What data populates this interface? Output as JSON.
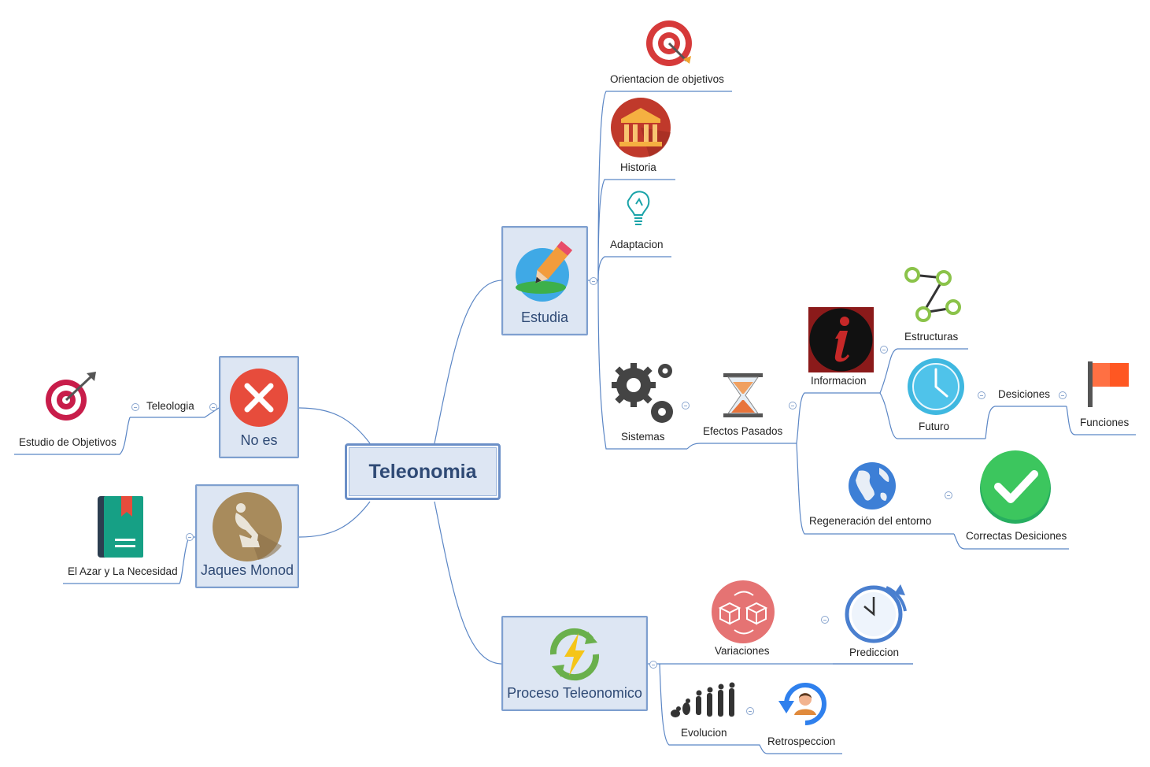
{
  "central": {
    "label": "Teleonomia"
  },
  "main": {
    "estudia": {
      "label": "Estudia",
      "icon": "pencil-edit-icon"
    },
    "no_es": {
      "label": "No es",
      "icon": "x-circle-icon"
    },
    "jaques_monod": {
      "label": "Jaques Monod",
      "icon": "thinker-statue-icon"
    },
    "proceso": {
      "label": "Proceso Teleonomico",
      "icon": "energy-cycle-icon"
    }
  },
  "leaves": {
    "orientacion": "Orientacion de objetivos",
    "historia": "Historia",
    "adaptacion": "Adaptacion",
    "sistemas": "Sistemas",
    "efectos_pasados": "Efectos Pasados",
    "informacion": "Informacion",
    "estructuras": "Estructuras",
    "futuro": "Futuro",
    "desiciones": "Desiciones",
    "funciones": "Funciones",
    "regeneracion": "Regeneración del entorno",
    "correctas": "Correctas Desiciones",
    "teleologia": "Teleologia",
    "estudio_objetivos": "Estudio de Objetivos",
    "azar": "El Azar y La Necesidad",
    "variaciones": "Variaciones",
    "prediccion": "Prediccion",
    "evolucion": "Evolucion",
    "retrospeccion": "Retrospeccion"
  },
  "colors": {
    "line": "#5b86c5",
    "node_fill": "#dde6f3",
    "node_border": "#7e9fcf",
    "node_text": "#2f4a75",
    "target_red": "#d63a3a",
    "check_green": "#3cc65e",
    "x_red": "#e74c3c",
    "clock_blue": "#3fb8e0",
    "flag_orange": "#ff5722"
  }
}
